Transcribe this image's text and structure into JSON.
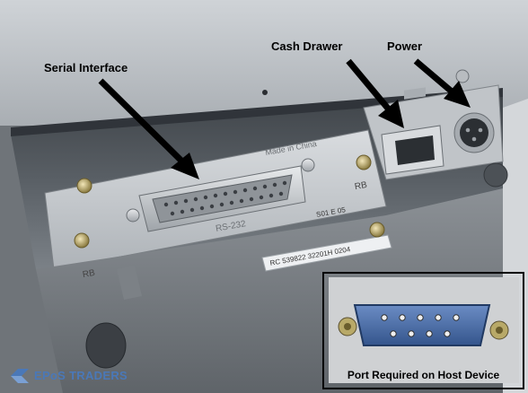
{
  "labels": {
    "serial": "Serial Interface",
    "cash": "Cash Drawer",
    "power": "Power"
  },
  "inset": {
    "caption": "Port Required on Host Device"
  },
  "plate": {
    "made": "Made in China",
    "rs": "RS-232",
    "code": "S01  E 05",
    "barcode": "RC 539822 32201H 0204",
    "rb_left": "RB",
    "rb_right": "RB"
  },
  "logo": {
    "text": "EPoS TRADERS",
    "color": "#4a78b8"
  },
  "colors": {
    "housing_dark": "#4a4f54",
    "housing_light": "#c9cdd1",
    "port_blue": "#4a6aa0"
  }
}
